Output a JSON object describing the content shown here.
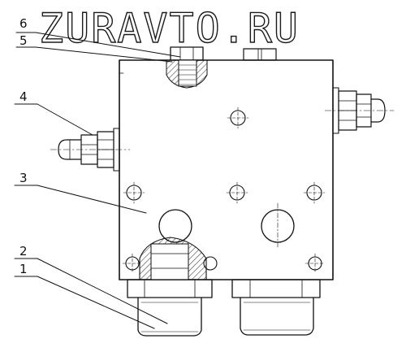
{
  "watermark": "ZURAVTO.RU",
  "callouts": [
    {
      "label": "6"
    },
    {
      "label": "5"
    },
    {
      "label": "4"
    },
    {
      "label": "3"
    },
    {
      "label": "2"
    },
    {
      "label": "1"
    }
  ],
  "colors": {
    "ink": "#111111",
    "background": "#ffffff"
  }
}
